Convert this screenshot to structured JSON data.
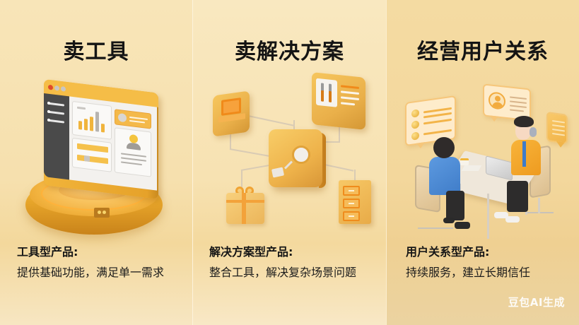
{
  "panels": [
    {
      "title": "卖工具",
      "subtitle": "工具型产品:",
      "description": "提供基础功能，满足单一需求",
      "illustration": "dashboard-window-on-gold-pedestal"
    },
    {
      "title": "卖解决方案",
      "subtitle": "解决方案型产品:",
      "description": "整合工具，解决复杂场景问题",
      "illustration": "central-hub-connected-to-laptop-tools-gift-cabinet"
    },
    {
      "title": "经营用户关系",
      "subtitle": "用户关系型产品:",
      "description": "持续服务，建立长期信任",
      "illustration": "customer-service-meeting-at-desk"
    }
  ],
  "watermark": "豆包AI生成",
  "colors": {
    "background": "#f7e2b0",
    "accent_gold": "#f0b43c",
    "accent_orange": "#f08a1a",
    "text": "#141414",
    "dark_panel": "#4a4a4a",
    "shirt_blue": "#4f8fd6",
    "cardigan_orange": "#f5a623"
  }
}
